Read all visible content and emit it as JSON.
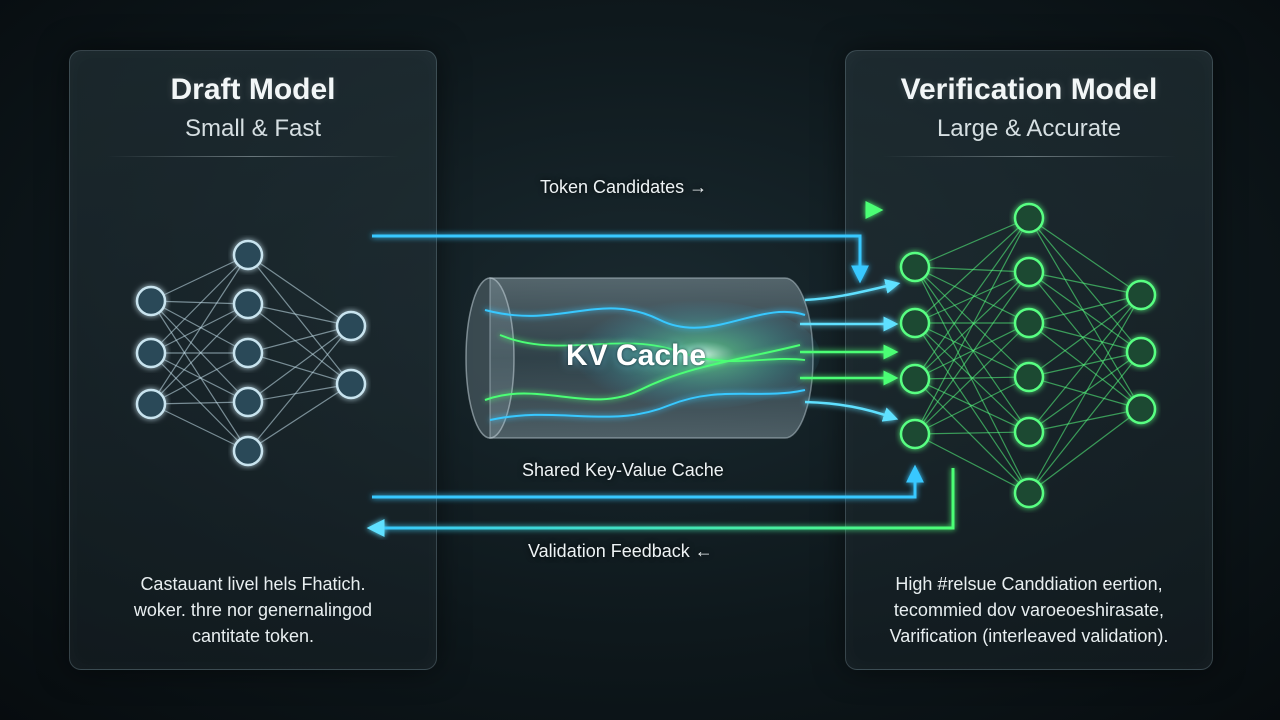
{
  "draft_model": {
    "title": "Draft Model",
    "subtitle": "Small & Fast",
    "description_lines": [
      "Castauant livel hels Fhatich.",
      "woker. thre nor genernalingod",
      "cantitate token."
    ]
  },
  "verification_model": {
    "title": "Verification Model",
    "subtitle": "Large & Accurate",
    "description_lines": [
      "High #relsue Canddiation eertion,",
      "tecommied dov varoeoeshirasate,",
      "Varification (interleaved validation)."
    ]
  },
  "kv_cache": {
    "title": "KV Cache",
    "caption": "Shared Key-Value Cache"
  },
  "flows": {
    "token_candidates": "Token Candidates →",
    "validation_feedback": "Validation Feedback ←"
  },
  "colors": {
    "blue_glow": "#38c8ff",
    "green_glow": "#4cff74",
    "background": "#0b1216",
    "panel_border": "#96afb9"
  }
}
